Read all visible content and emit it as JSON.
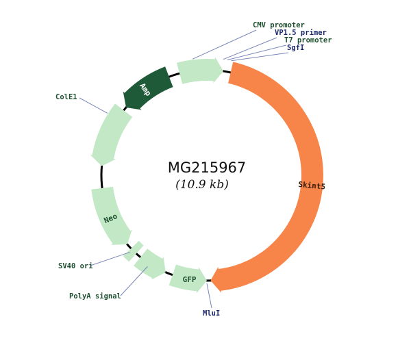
{
  "plasmid": {
    "name": "MG215967",
    "size_label": "(10.9 kb)"
  },
  "colors": {
    "backbone": "#000000",
    "light_feature": "#c2e8c6",
    "dark_feature": "#1f5a38",
    "insert": "#f7854a",
    "label_green": "#1f4f30",
    "label_navy": "#1c2a6e",
    "callout_line": "#7a86b8"
  },
  "features": [
    {
      "id": "cmv-promoter",
      "start_deg": 345,
      "end_deg": 9,
      "direction": "cw",
      "style": "light",
      "label": ""
    },
    {
      "id": "skint5",
      "start_deg": 13,
      "end_deg": 178,
      "direction": "cw",
      "style": "insert",
      "label": "Skint5"
    },
    {
      "id": "gfp",
      "start_deg": 180,
      "end_deg": 199,
      "direction": "ccw",
      "style": "light",
      "label": "GFP"
    },
    {
      "id": "polya-signal",
      "start_deg": 203,
      "end_deg": 219,
      "direction": "ccw",
      "style": "light",
      "label": ""
    },
    {
      "id": "sv40-ori",
      "start_deg": 222,
      "end_deg": 226,
      "direction": "none",
      "style": "light",
      "label": ""
    },
    {
      "id": "neo",
      "start_deg": 229,
      "end_deg": 263,
      "direction": "ccw",
      "style": "light",
      "label": "Neo"
    },
    {
      "id": "cole1",
      "start_deg": 275,
      "end_deg": 308,
      "direction": "ccw",
      "style": "light",
      "label": ""
    },
    {
      "id": "amp",
      "start_deg": 310,
      "end_deg": 339,
      "direction": "ccw",
      "style": "dark",
      "label": "Amp"
    }
  ],
  "callouts": [
    {
      "id": "cmv-promoter",
      "text": "CMV promoter",
      "color": "green",
      "anchor_deg": 353
    },
    {
      "id": "vp15-primer",
      "text": "VP1.5 primer",
      "color": "navy",
      "anchor_deg": 8
    },
    {
      "id": "t7-promoter",
      "text": "T7 promoter",
      "color": "green",
      "anchor_deg": 10
    },
    {
      "id": "sgfi",
      "text": "SgfI",
      "color": "navy",
      "anchor_deg": 12
    },
    {
      "id": "cole1",
      "text": "ColE1",
      "color": "green",
      "anchor_deg": 302
    },
    {
      "id": "sv40-ori",
      "text": "SV40 ori",
      "color": "green",
      "anchor_deg": 225
    },
    {
      "id": "polya-signal",
      "text": "PolyA signal",
      "color": "green",
      "anchor_deg": 213
    },
    {
      "id": "mlui",
      "text": "MluI",
      "color": "navy",
      "anchor_deg": 180
    }
  ]
}
